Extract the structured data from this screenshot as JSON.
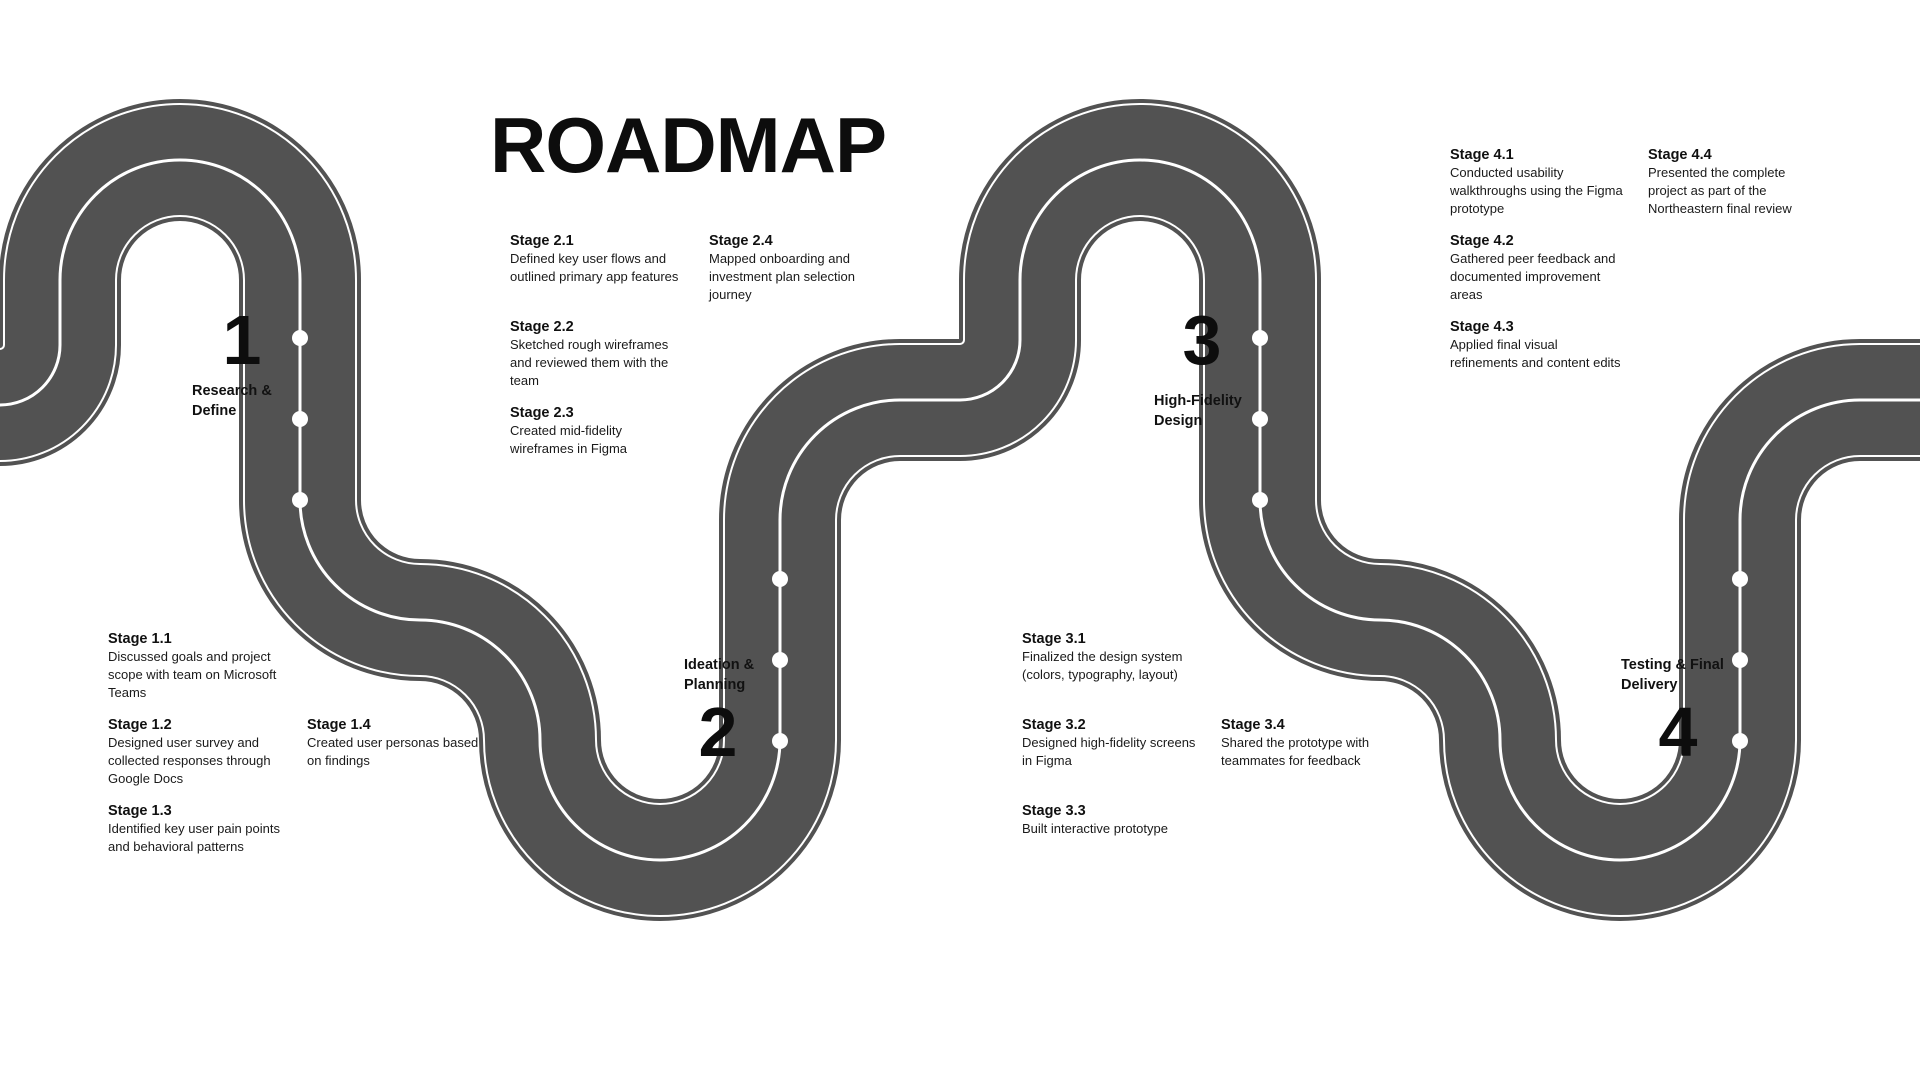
{
  "title": "ROADMAP",
  "colors": {
    "road": "#525252",
    "edge": "#ffffff",
    "background": "#ffffff"
  },
  "phases": [
    {
      "number": "1",
      "label": "Research & Define"
    },
    {
      "number": "2",
      "label": "Ideation & Planning"
    },
    {
      "number": "3",
      "label": "High-Fidelity Design"
    },
    {
      "number": "4",
      "label": "Testing & Final Delivery"
    }
  ],
  "stages": {
    "s1_1": {
      "name": "Stage 1.1",
      "desc": "Discussed goals and project scope with team on Microsoft Teams"
    },
    "s1_2": {
      "name": "Stage 1.2",
      "desc": "Designed user survey and collected responses through Google Docs"
    },
    "s1_3": {
      "name": "Stage 1.3",
      "desc": "Identified key user pain points and behavioral patterns"
    },
    "s1_4": {
      "name": "Stage 1.4",
      "desc": "Created user personas based on findings"
    },
    "s2_1": {
      "name": "Stage 2.1",
      "desc": "Defined key user flows and outlined primary app features"
    },
    "s2_2": {
      "name": "Stage 2.2",
      "desc": "Sketched rough wireframes and reviewed them with the team"
    },
    "s2_3": {
      "name": "Stage 2.3",
      "desc": "Created mid-fidelity wireframes in Figma"
    },
    "s2_4": {
      "name": "Stage 2.4",
      "desc": "Mapped onboarding and investment plan selection journey"
    },
    "s3_1": {
      "name": "Stage 3.1",
      "desc": "Finalized the design system (colors, typography, layout)"
    },
    "s3_2": {
      "name": "Stage 3.2",
      "desc": "Designed high-fidelity screens in Figma"
    },
    "s3_3": {
      "name": "Stage 3.3",
      "desc": "Built interactive prototype"
    },
    "s3_4": {
      "name": "Stage 3.4",
      "desc": "Shared the prototype with teammates for feedback"
    },
    "s4_1": {
      "name": "Stage 4.1",
      "desc": "Conducted usability walkthroughs using the Figma prototype"
    },
    "s4_2": {
      "name": "Stage 4.2",
      "desc": "Gathered peer feedback and documented improvement areas"
    },
    "s4_3": {
      "name": "Stage 4.3",
      "desc": "Applied final visual refinements and content edits"
    },
    "s4_4": {
      "name": "Stage 4.4",
      "desc": "Presented the complete project as part of the Northeastern final review"
    }
  }
}
